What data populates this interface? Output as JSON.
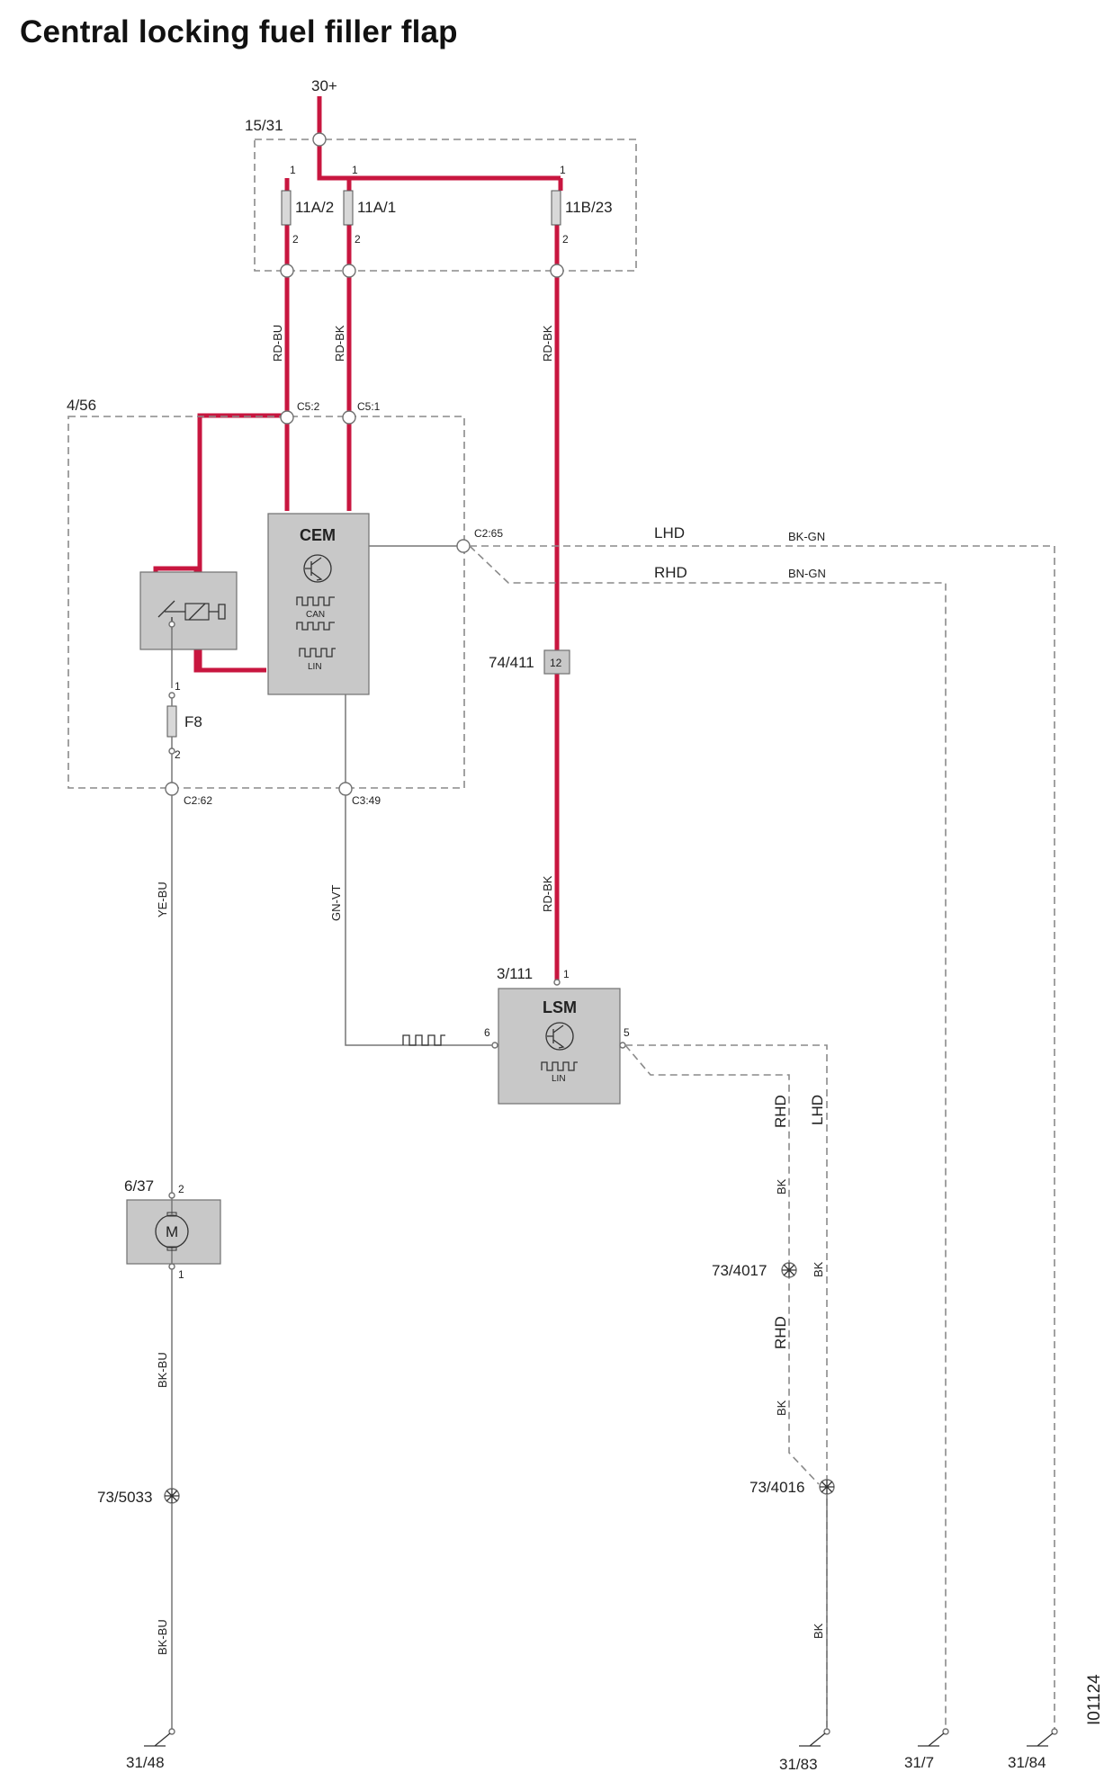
{
  "title": "Central locking fuel filler flap",
  "supply": "30+",
  "fuse_box": {
    "label": "15/31",
    "fuses": [
      "11A/2",
      "11A/1",
      "11B/23"
    ],
    "pin1": "1",
    "pin2": "2"
  },
  "cem_box": {
    "label": "4/56",
    "module": "CEM",
    "can": "CAN",
    "lin": "LIN",
    "fuse": "F8"
  },
  "connectors": {
    "c5_2": "C5:2",
    "c5_1": "C5:1",
    "c2_65": "C2:65",
    "c2_62": "C2:62",
    "c3_49": "C3:49"
  },
  "wires": {
    "rd_bu": "RD-BU",
    "rd_bk": "RD-BK",
    "ye_bu": "YE-BU",
    "gn_vt": "GN-VT",
    "bk_bu": "BK-BU",
    "bk": "BK",
    "bk_gn": "BK-GN",
    "bn_gn": "BN-GN",
    "lhd": "LHD",
    "rhd": "RHD"
  },
  "splice_74": {
    "label": "74/411",
    "pin": "12"
  },
  "lsm": {
    "label": "3/111",
    "module": "LSM",
    "lin": "LIN",
    "pin1": "1",
    "pin6": "6",
    "pin5": "5"
  },
  "motor": {
    "label": "6/37",
    "symbol": "M",
    "pin2": "2",
    "pin1": "1"
  },
  "splices": {
    "s5033": "73/5033",
    "s4017": "73/4017",
    "s4016": "73/4016"
  },
  "grounds": {
    "g48": "31/48",
    "g83": "31/83",
    "g7": "31/7",
    "g84": "31/84"
  },
  "figure_id": "I01124",
  "colors": {
    "power_wire": "#c8163f",
    "module_fill": "#c8c8c8",
    "signal_wire": "#777777"
  },
  "icons": [
    "transistor-icon",
    "can-bus-icon",
    "lin-bus-icon",
    "relay-icon",
    "motor-icon",
    "ground-icon",
    "splice-icon"
  ]
}
